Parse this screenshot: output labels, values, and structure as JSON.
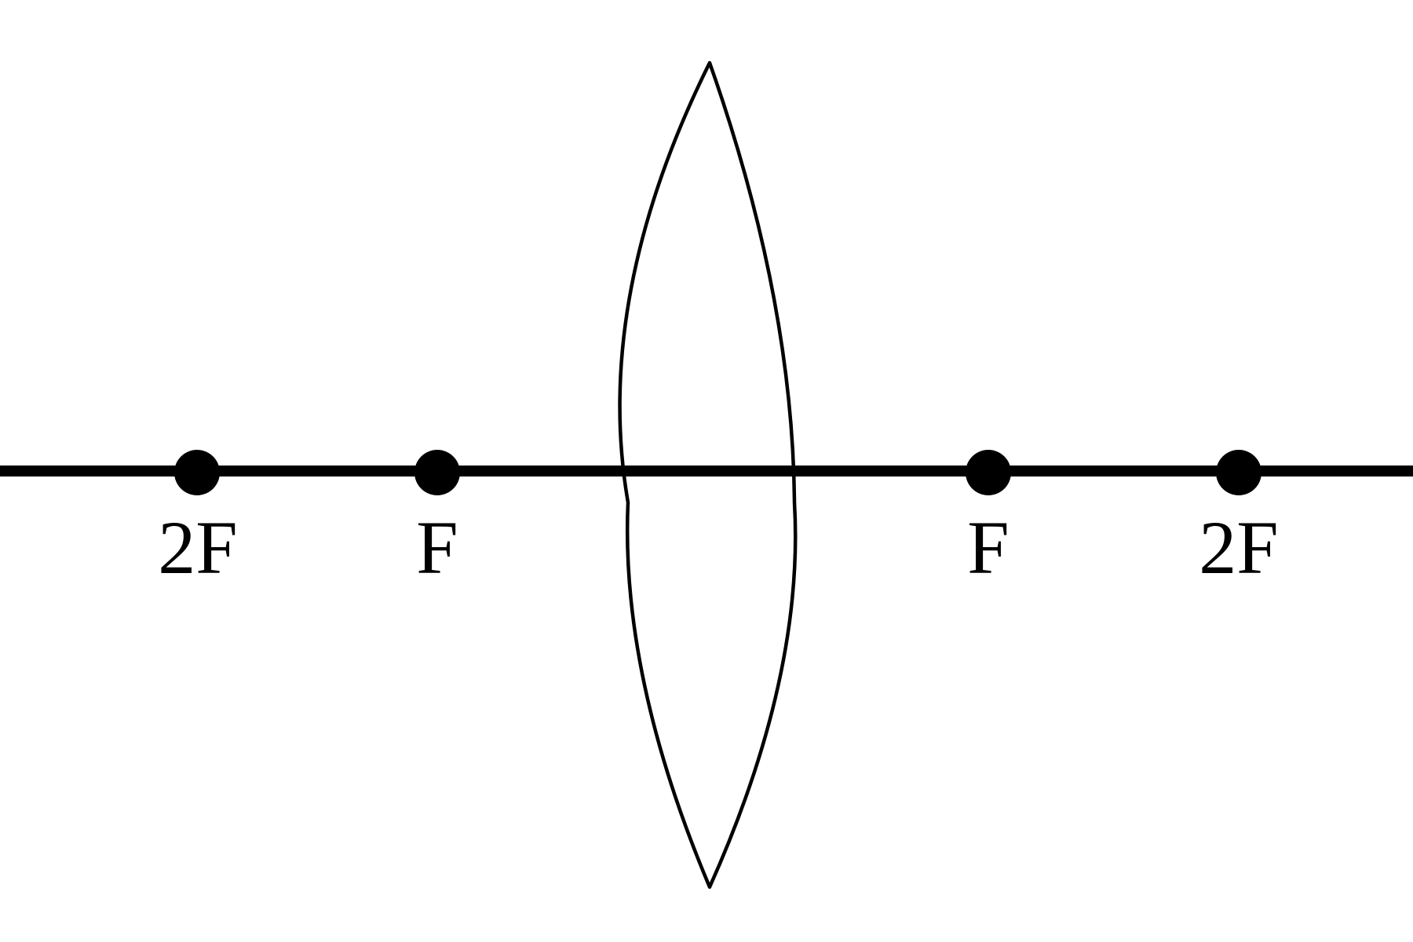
{
  "diagram": {
    "points": [
      {
        "label": "2F"
      },
      {
        "label": "F"
      },
      {
        "label": "F"
      },
      {
        "label": "2F"
      }
    ]
  },
  "colors": {
    "stroke": "#000000",
    "background": "#ffffff"
  }
}
